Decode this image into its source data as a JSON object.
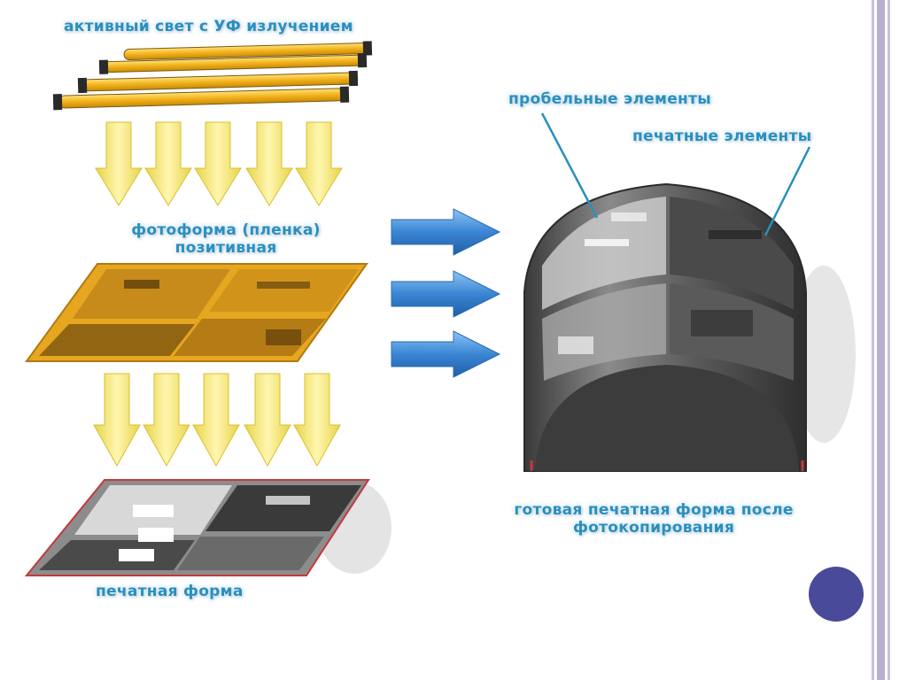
{
  "labels": {
    "uv_light": "активный свет с УФ излучением",
    "photoform_line1": "фотоформа (пленка)",
    "photoform_line2": "позитивная",
    "printing_form": "печатная форма",
    "blank_elements": "пробельные элементы",
    "printing_elements": "печатные элементы",
    "result_line1": "готовая печатная форма после",
    "result_line2": "фотокопирования"
  },
  "colors": {
    "label_text": "#2a8fbf",
    "lamp": "#f2b21a",
    "down_arrow": "#f3e36a",
    "film": "#e6a620",
    "plate": "#8c8c8c",
    "right_arrow": "#3a86d4",
    "drum": "#6e6e6e",
    "accent_dot": "#4a4a9a"
  },
  "icons": {
    "lamps": "uv-lamp-icon",
    "down_arrows": "yellow-down-arrow-icon",
    "right_arrows": "blue-right-arrow-icon"
  }
}
